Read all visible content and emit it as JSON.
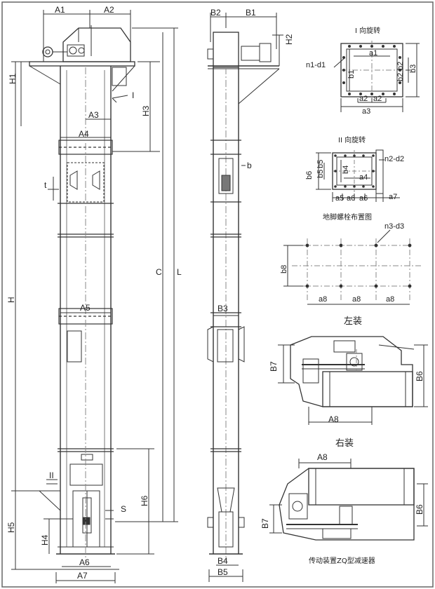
{
  "front_view": {
    "A1": "A1",
    "A2": "A2",
    "A3": "A3",
    "A4": "A4",
    "A5": "A5",
    "A6": "A6",
    "A7": "A7",
    "H": "H",
    "H1": "H1",
    "H3": "H3",
    "H4": "H4",
    "H5": "H5",
    "H6": "H6",
    "C": "C",
    "L": "L",
    "t": "t",
    "S": "S",
    "I": "I",
    "II": "II"
  },
  "side_view": {
    "B1": "B1",
    "B2": "B2",
    "B3": "B3",
    "B4": "B4",
    "B5": "B5",
    "H2": "H2",
    "b": "b"
  },
  "section_I": {
    "title": "I 向旋转",
    "n1d1": "n1-d1",
    "a1": "a1",
    "a2a": "a2",
    "a2b": "a2",
    "a3": "a3",
    "b1": "b1",
    "b2a": "b2",
    "b2b": "b2",
    "b3": "b3"
  },
  "section_II": {
    "title": "II 向旋转",
    "n2d2": "n2-d2",
    "a4": "a4",
    "a5": "a5",
    "a6a": "a6",
    "a6b": "a6",
    "a7": "a7",
    "b4": "b4",
    "b5a": "b5",
    "b5b": "b5",
    "b6": "b6"
  },
  "anchor_layout": {
    "title": "地脚螺栓布置图",
    "n3d3": "n3-d3",
    "b8": "b8",
    "a8a": "a8",
    "a8b": "a8",
    "a8c": "a8"
  },
  "left_install": {
    "title": "左装",
    "B7": "B7",
    "B6": "B6",
    "A8": "A8"
  },
  "right_install": {
    "title": "右装",
    "B7": "B7",
    "B6": "B6",
    "A8": "A8"
  },
  "footer": {
    "caption": "传动装置ZQ型减速器"
  }
}
